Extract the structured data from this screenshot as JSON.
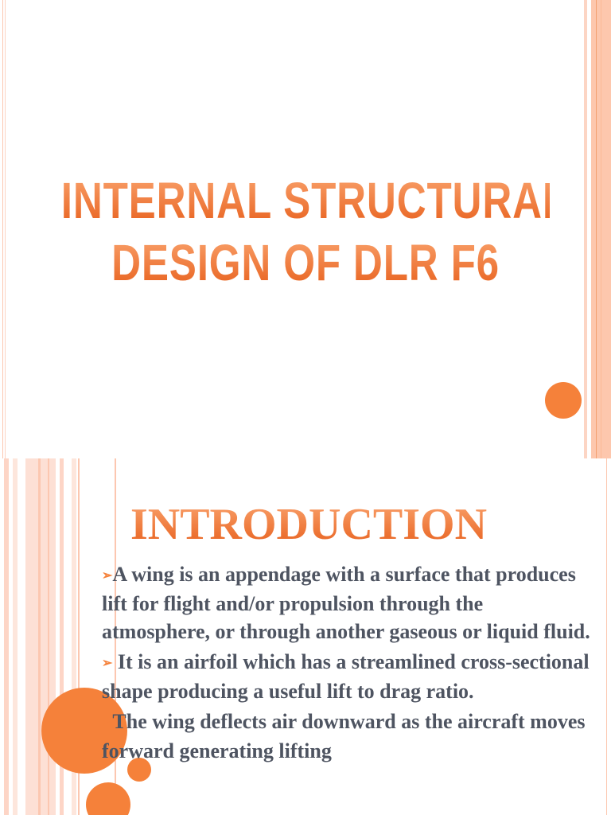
{
  "slide1": {
    "title_line1": "INTERNAL STRUCTURAL",
    "title_line2": "DESIGN OF DLR F6"
  },
  "slide2": {
    "title": "INTRODUCTION",
    "bullets": [
      "A wing is an appendage with a surface that produces lift for flight and/or propulsion through the atmosphere, or through another gaseous or liquid fluid.",
      " It is an airfoil which has a streamlined cross-sectional shape producing a useful lift to drag ratio.",
      "The wing deflects air downward as the aircraft moves forward generating lifting"
    ],
    "bullet_icon": "arrowhead-bullet-icon"
  },
  "colors": {
    "accent": "#f5813a",
    "stripe": "#fcc7b0",
    "text": "#4e5461"
  }
}
